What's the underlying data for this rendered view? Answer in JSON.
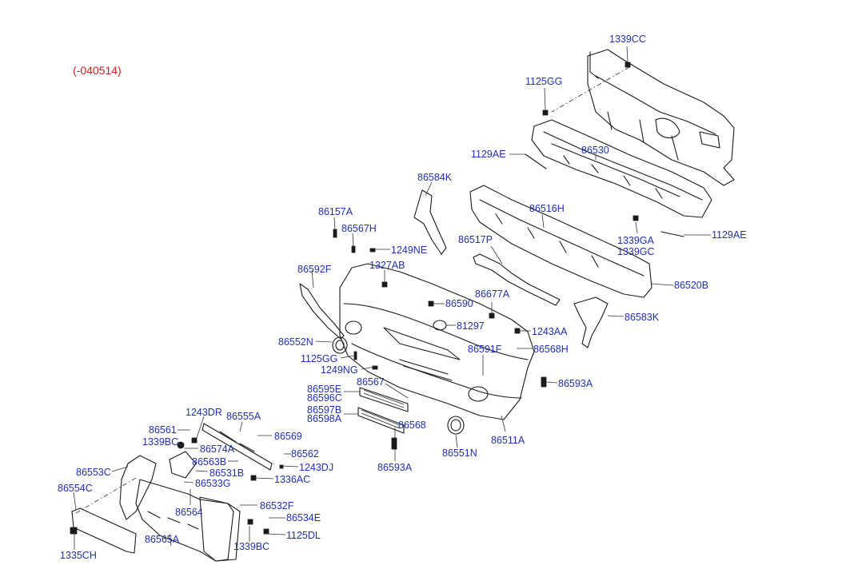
{
  "header_code": "(-040514)",
  "colors": {
    "label": "#1f2fb8",
    "header": "#d02020",
    "line": "#1a1a1a"
  },
  "part_labels": [
    "1339CC",
    "1125GG",
    "86530",
    "1129AE",
    "86584K",
    "86157A",
    "86516H",
    "86567H",
    "1339GA",
    "1339GC",
    "1129AE",
    "1249NE",
    "86517P",
    "1327AB",
    "86592F",
    "86520B",
    "86590",
    "86677A",
    "81297",
    "86583K",
    "1243AA",
    "86552N",
    "86591F",
    "86568H",
    "1125GG",
    "1249NG",
    "86567",
    "86593A",
    "86595E",
    "86596C",
    "86597B",
    "86598A",
    "86568",
    "1243DR",
    "86555A",
    "86561",
    "86569",
    "1339BC",
    "86574A",
    "86562",
    "86563B",
    "1243DJ",
    "86553C",
    "86531B",
    "1336AC",
    "86533G",
    "86551N",
    "86511A",
    "86554C",
    "86564",
    "86532F",
    "86593A",
    "86534E",
    "86565A",
    "1125DL",
    "1339BC",
    "1335CH"
  ]
}
